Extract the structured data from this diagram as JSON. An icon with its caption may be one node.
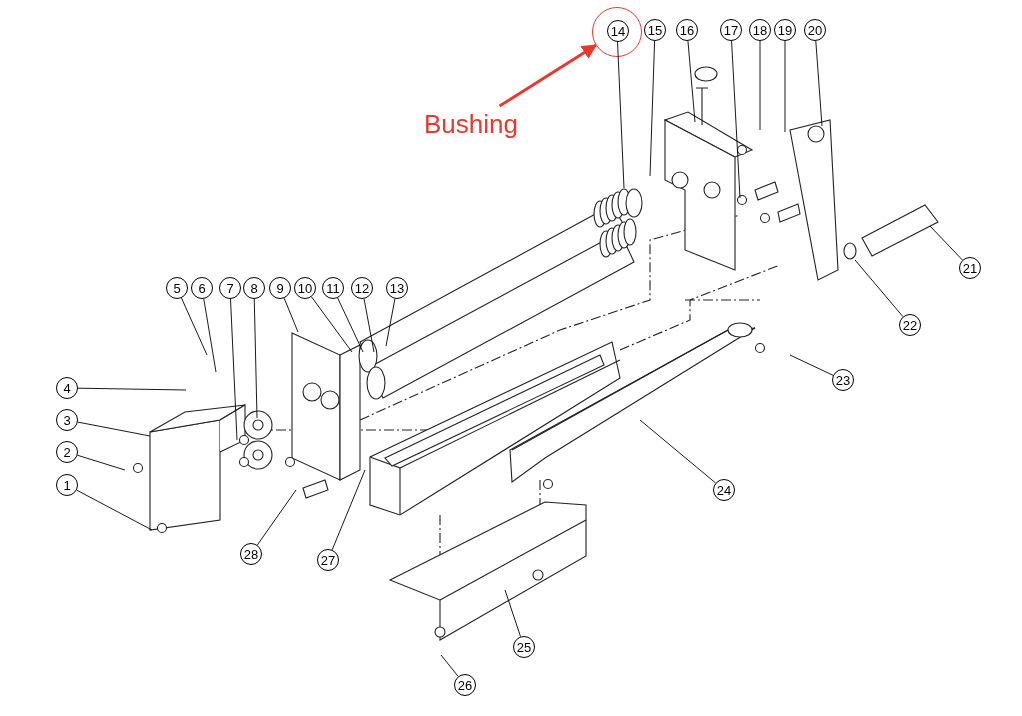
{
  "diagram": {
    "nodes": [
      {
        "text": [],
        "shape": "circle"
      },
      {
        "text": [
          "Bushing"
        ]
      },
      {
        "text": [
          "1"
        ]
      },
      {
        "text": [
          "2"
        ]
      },
      {
        "text": [
          "3"
        ]
      },
      {
        "text": [
          "4"
        ]
      },
      {
        "text": [
          "5"
        ]
      },
      {
        "text": [
          "6"
        ]
      },
      {
        "text": [
          "7"
        ]
      },
      {
        "text": [
          "8"
        ]
      },
      {
        "text": [
          "9"
        ]
      },
      {
        "text": [
          "10"
        ]
      },
      {
        "text": [
          "11"
        ]
      },
      {
        "text": [
          "12"
        ]
      },
      {
        "text": [
          "13"
        ]
      },
      {
        "text": [
          "14"
        ],
        "in": 0
      },
      {
        "text": [
          "15"
        ]
      },
      {
        "text": [
          "16"
        ]
      },
      {
        "text": [
          "17"
        ]
      },
      {
        "text": [
          "18"
        ]
      },
      {
        "text": [
          "19"
        ]
      },
      {
        "text": [
          "20"
        ]
      },
      {
        "text": [
          "21"
        ]
      },
      {
        "text": [
          "22"
        ]
      },
      {
        "text": [
          "23"
        ]
      },
      {
        "text": [
          "24"
        ]
      },
      {
        "text": [
          "25"
        ]
      },
      {
        "text": [
          "26"
        ]
      },
      {
        "text": [
          "27"
        ]
      },
      {
        "text": [
          "28"
        ]
      }
    ],
    "edges": [
      {
        "from": 1,
        "to": 0,
        "arrow": "to",
        "color": "#e8392f",
        "style": "thick"
      },
      {
        "from": 2,
        "to": null,
        "arrow": "none"
      },
      {
        "from": 3,
        "to": null,
        "arrow": "none"
      },
      {
        "from": 4,
        "to": null,
        "arrow": "none"
      },
      {
        "from": 5,
        "to": null,
        "arrow": "none"
      },
      {
        "from": 6,
        "to": null,
        "arrow": "none"
      },
      {
        "from": 7,
        "to": null,
        "arrow": "none"
      },
      {
        "from": 8,
        "to": null,
        "arrow": "none"
      },
      {
        "from": 9,
        "to": null,
        "arrow": "none"
      },
      {
        "from": 10,
        "to": null,
        "arrow": "none"
      },
      {
        "from": 11,
        "to": null,
        "arrow": "none"
      },
      {
        "from": 12,
        "to": null,
        "arrow": "none"
      },
      {
        "from": 13,
        "to": null,
        "arrow": "none"
      },
      {
        "from": 14,
        "to": null,
        "arrow": "none"
      },
      {
        "from": 15,
        "to": null,
        "arrow": "none"
      },
      {
        "from": 16,
        "to": null,
        "arrow": "none"
      },
      {
        "from": 17,
        "to": null,
        "arrow": "none"
      },
      {
        "from": 18,
        "to": null,
        "arrow": "none"
      },
      {
        "from": 19,
        "to": null,
        "arrow": "none"
      },
      {
        "from": 20,
        "to": null,
        "arrow": "none"
      },
      {
        "from": 21,
        "to": null,
        "arrow": "none"
      },
      {
        "from": 22,
        "to": null,
        "arrow": "none"
      },
      {
        "from": 23,
        "to": null,
        "arrow": "none"
      },
      {
        "from": 24,
        "to": null,
        "arrow": "none"
      },
      {
        "from": 25,
        "to": null,
        "arrow": "none"
      },
      {
        "from": 26,
        "to": null,
        "arrow": "none"
      },
      {
        "from": 27,
        "to": null,
        "arrow": "none"
      },
      {
        "from": 28,
        "to": null,
        "arrow": "none"
      },
      {
        "from": 29,
        "to": null,
        "arrow": "none"
      }
    ]
  }
}
